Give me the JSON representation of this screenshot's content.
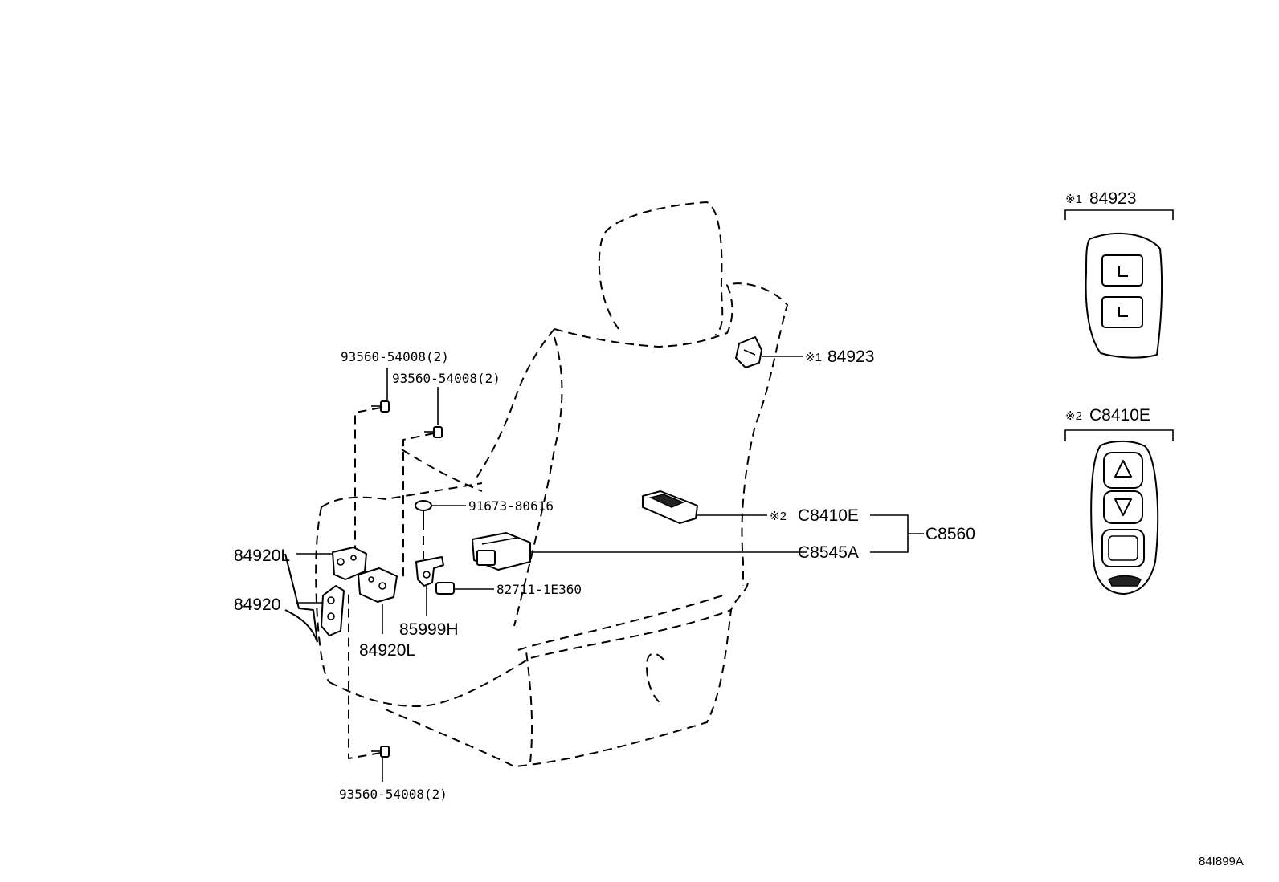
{
  "labels": {
    "bolt_top_left": "93560-54008(2)",
    "bolt_top_right": "93560-54008(2)",
    "bolt_bottom": "93560-54008(2)",
    "screw": "91673-80616",
    "connector_82711": "82711-1E360",
    "clamp_85999": "85999H",
    "cover_84920L_upper": "84920L",
    "cover_84920": "84920",
    "cover_84920L_lower": "84920L",
    "switch_84923": "84923",
    "switch_84923_mark": "※1",
    "remote_c8410e": "C8410E",
    "remote_c8410e_mark": "※2",
    "module_c8545a": "C8545A",
    "assembly_c8560": "C8560"
  },
  "detail_84923": {
    "mark": "※1",
    "part": "84923"
  },
  "detail_c8410e": {
    "mark": "※2",
    "part": "C8410E"
  },
  "diagram_id": "84I899A"
}
